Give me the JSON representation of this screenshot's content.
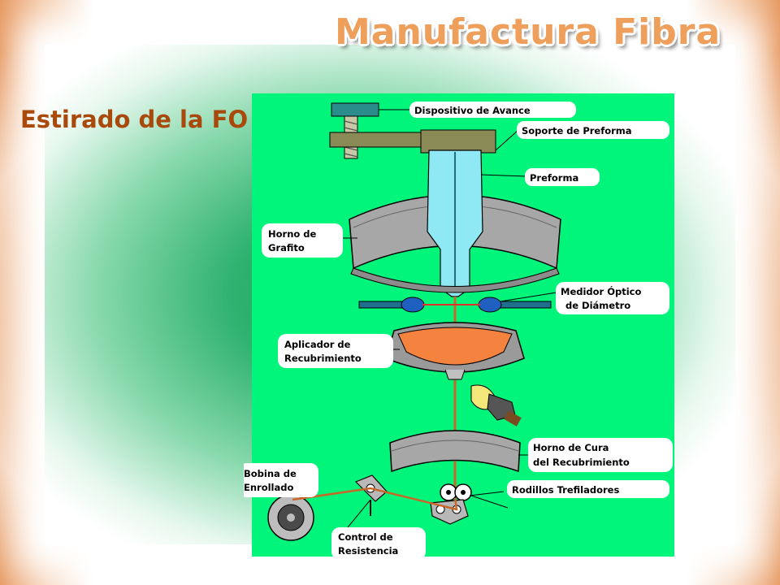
{
  "title": "Manufactura Fibra",
  "subtitle": "Estirado de la FO",
  "diagram": {
    "labels": {
      "dispositivo": "Dispositivo de Avance",
      "soporte": "Soporte de Preforma",
      "preforma": "Preforma",
      "horno_grafito_1": "Horno de",
      "horno_grafito_2": "Grafito",
      "medidor_1": "Medidor Óptico",
      "medidor_2": "de Diámetro",
      "aplicador_1": "Aplicador de",
      "aplicador_2": "Recubrimiento",
      "horno_cura_1": "Horno de Cura",
      "horno_cura_2": "del Recubrimiento",
      "bobina_1": "Bobina de",
      "bobina_2": "Enrollado",
      "rodillos": "Rodillos Trefiladores",
      "control_1": "Control de",
      "control_2": "Resistencia"
    },
    "colors": {
      "preform": "#8fe9f4",
      "coating": "#f4833f",
      "furnace": "#9a9a9a",
      "fiber": "#c8672a",
      "sensor": "#1f5fbf",
      "bracket": "#8a8a57"
    }
  }
}
